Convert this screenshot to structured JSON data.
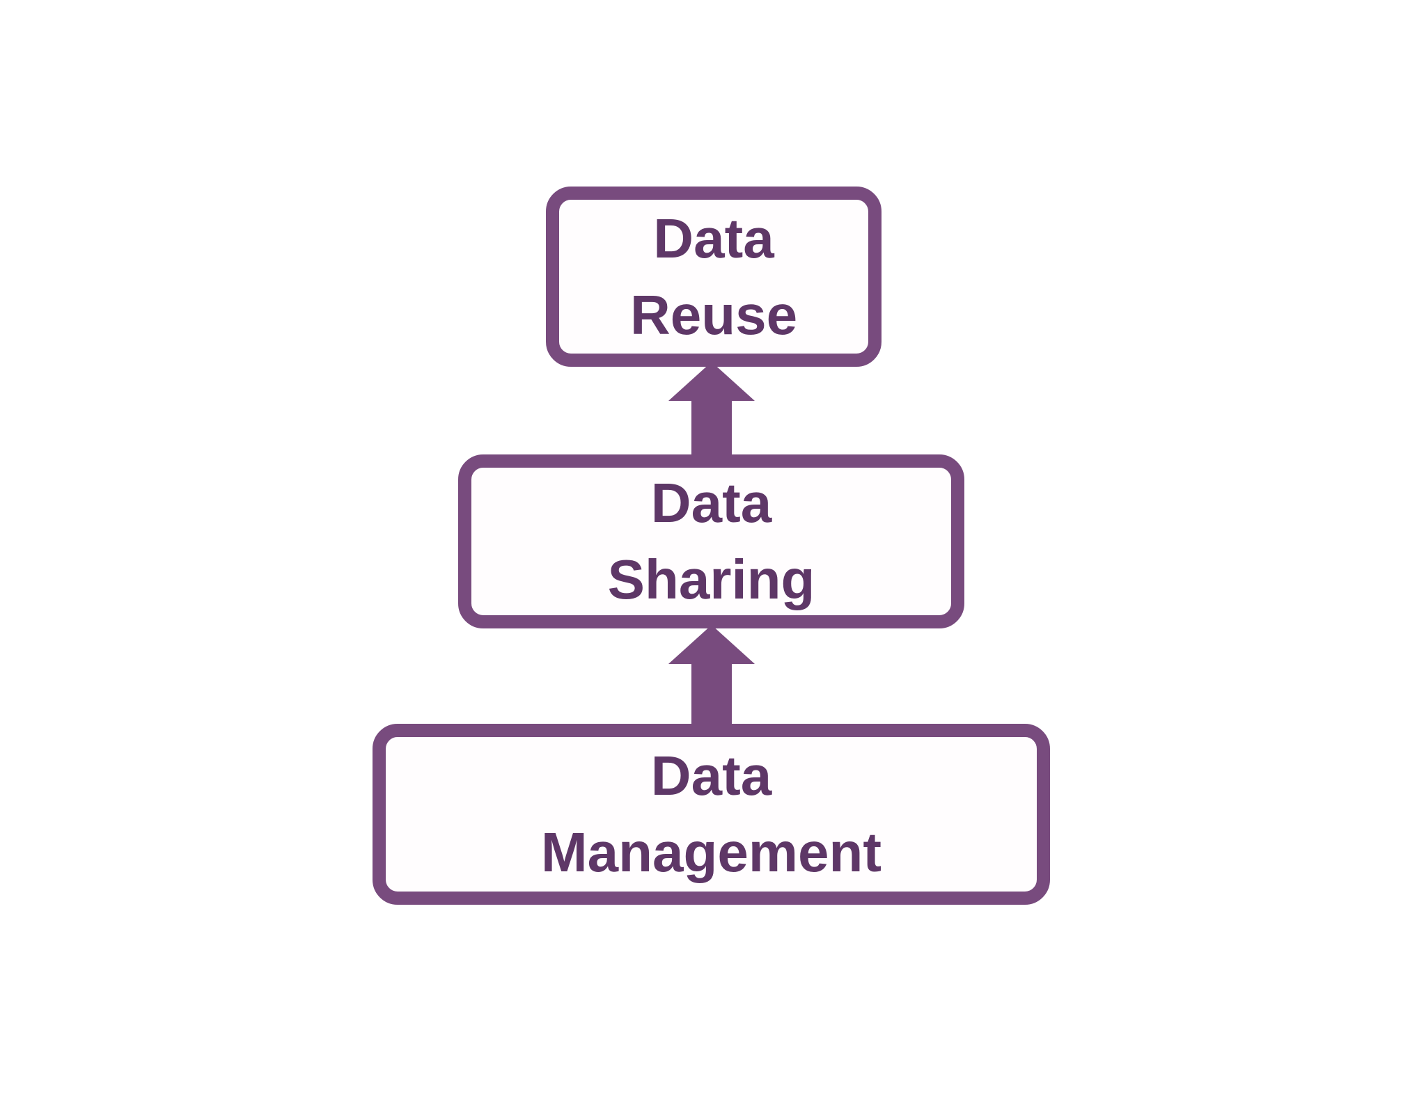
{
  "diagram": {
    "type": "flow-diagram",
    "direction": "bottom-up",
    "colors": {
      "background": "#ffffff",
      "border_color": "#784b7e",
      "text_color": "#5e3767",
      "arrow_color": "#784b7e",
      "box_fill": "#fffdfe"
    },
    "boxes": [
      {
        "id": "data-reuse",
        "line1": "Data",
        "line2": "Reuse"
      },
      {
        "id": "data-sharing",
        "line1": "Data",
        "line2": "Sharing"
      },
      {
        "id": "data-management",
        "line1": "Data",
        "line2": "Management"
      }
    ],
    "arrows": [
      {
        "from": "data-sharing",
        "to": "data-reuse",
        "direction": "up"
      },
      {
        "from": "data-management",
        "to": "data-sharing",
        "direction": "up"
      }
    ]
  }
}
